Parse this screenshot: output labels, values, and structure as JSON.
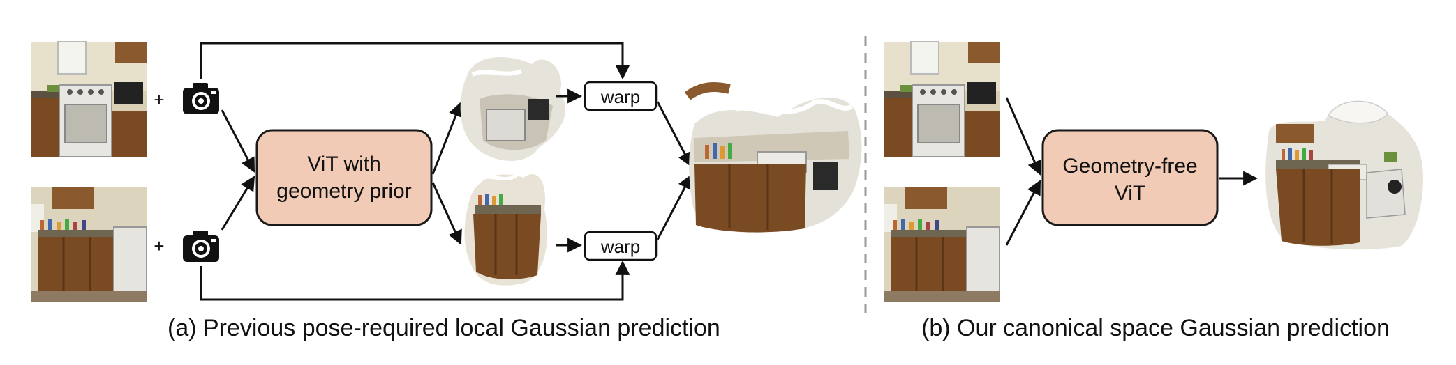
{
  "panel_a": {
    "plus_1": "+",
    "plus_2": "+",
    "vit_line1": "ViT with",
    "vit_line2": "geometry prior",
    "warp_top": "warp",
    "warp_bottom": "warp",
    "caption": "(a) Previous pose-required local Gaussian prediction"
  },
  "panel_b": {
    "vit_line1": "Geometry-free",
    "vit_line2": "ViT",
    "caption": "(b) Our canonical space Gaussian prediction"
  },
  "icons": {
    "camera": "camera-icon",
    "photo": "kitchen-photo",
    "splat": "gaussian-splat-render"
  },
  "colors": {
    "box_fill": "#F2CBB7",
    "box_stroke": "#1a1a1a",
    "arrow": "#111111",
    "divider": "#9a9a9a"
  }
}
